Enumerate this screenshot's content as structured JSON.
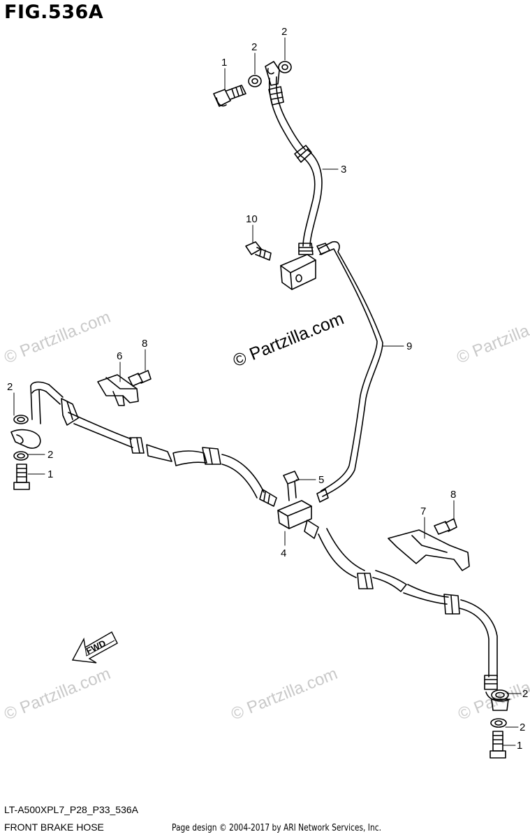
{
  "figure": {
    "title": "FIG.536A",
    "code": "LT-A500XPL7_P28_P33_536A",
    "description": "FRONT BRAKE HOSE",
    "credit": "Page design © 2004-2017 by ARI Network Services, Inc."
  },
  "watermark": {
    "text": "© Partzilla.com"
  },
  "direction_arrow": {
    "label": "FWD"
  },
  "callouts": [
    {
      "id": "c1-top",
      "label": "1"
    },
    {
      "id": "c2-top-a",
      "label": "2"
    },
    {
      "id": "c2-top-b",
      "label": "2"
    },
    {
      "id": "c3",
      "label": "3"
    },
    {
      "id": "c10",
      "label": "10"
    },
    {
      "id": "c9",
      "label": "9"
    },
    {
      "id": "c6",
      "label": "6"
    },
    {
      "id": "c8-left",
      "label": "8"
    },
    {
      "id": "c2-left-a",
      "label": "2"
    },
    {
      "id": "c2-left-b",
      "label": "2"
    },
    {
      "id": "c1-left",
      "label": "1"
    },
    {
      "id": "c5",
      "label": "5"
    },
    {
      "id": "c4",
      "label": "4"
    },
    {
      "id": "c7",
      "label": "7"
    },
    {
      "id": "c8-right",
      "label": "8"
    },
    {
      "id": "c2-right-a",
      "label": "2"
    },
    {
      "id": "c2-right-b",
      "label": "2"
    },
    {
      "id": "c1-right",
      "label": "1"
    }
  ]
}
